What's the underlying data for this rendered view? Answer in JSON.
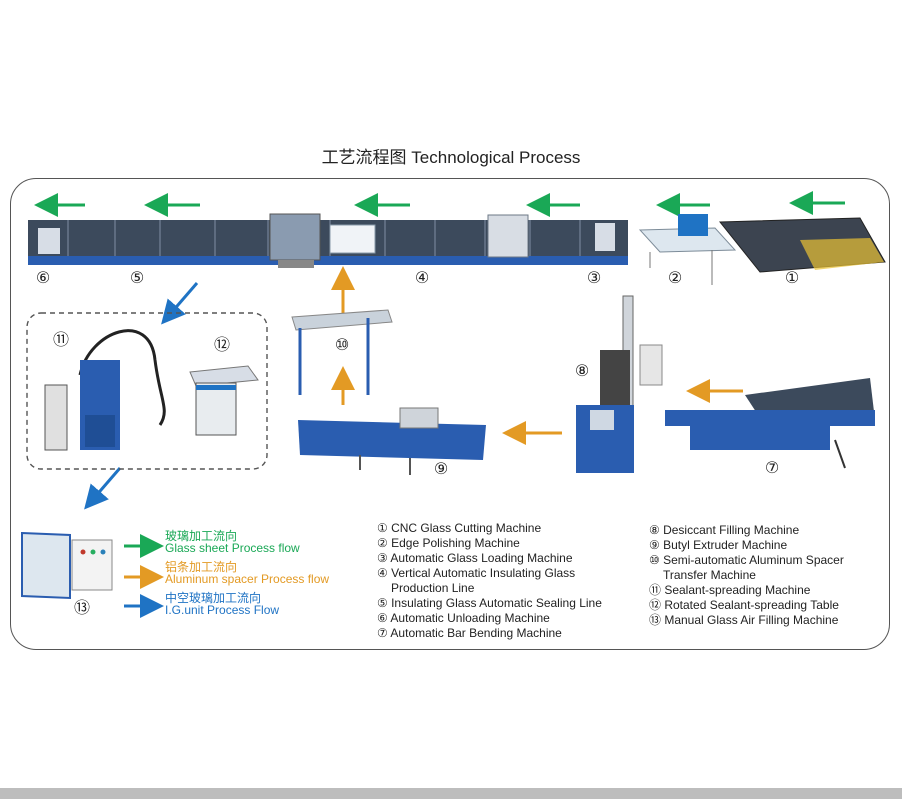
{
  "title": "工艺流程图 Technological Process",
  "stations": [
    "⑥",
    "⑤",
    "④",
    "③",
    "②",
    "①",
    "⑪",
    "⑫",
    "⑩",
    "⑧",
    "⑨",
    "⑦",
    "⑬"
  ],
  "flow_legend": {
    "glass": {
      "cn": "玻璃加工流向",
      "en": "Glass sheet Process flow",
      "color": "#1aa856"
    },
    "aluminum": {
      "cn": "铝条加工流向",
      "en": "Aluminum spacer Process flow",
      "color": "#e39a24"
    },
    "ig": {
      "cn": "中空玻璃加工流向",
      "en": "I.G.unit  Process Flow",
      "color": "#1f73c4"
    }
  },
  "machines_left": [
    "① CNC Glass Cutting Machine",
    "② Edge Polishing Machine",
    "③ Automatic Glass Loading Machine",
    "④ Vertical Automatic Insulating Glass",
    "Production Line",
    "⑤ Insulating Glass Automatic Sealing Line",
    "⑥ Automatic Unloading Machine",
    "⑦ Automatic Bar Bending Machine"
  ],
  "machines_right": [
    "⑧ Desiccant Filling Machine",
    "⑨ Butyl Extruder Machine",
    "⑩ Semi-automatic Aluminum Spacer",
    "Transfer Machine",
    "⑪ Sealant-spreading Machine",
    "⑫ Rotated Sealant-spreading Table",
    "⑬ Manual Glass Air Filling Machine"
  ],
  "colors": {
    "green": "#1aa856",
    "orange": "#e39a24",
    "blue": "#1f73c4",
    "machine_blue": "#2a5db0",
    "panel_dark": "#3c4a5c"
  }
}
